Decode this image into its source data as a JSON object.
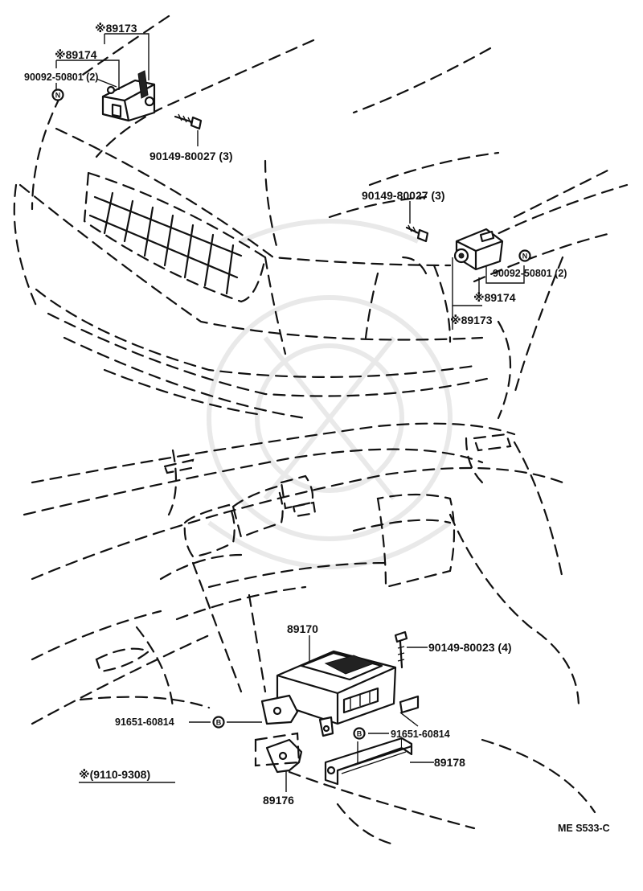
{
  "parts": {
    "sensor_left": "※89173",
    "bracket_left": "※89174",
    "bolt_left": "90149-80027 (3)",
    "nut_left": "90092-50801 (2)",
    "bolt_right": "90149-80027 (3)",
    "nut_right": "90092-50801 (2)",
    "bracket_right": "※89174",
    "sensor_right": "※89173",
    "ecu": "89170",
    "screw_ecu": "90149-80023 (4)",
    "nut_bolt_left": "91651-60814",
    "nut_bolt_right": "91651-60814",
    "bracket_ecu_right": "89178",
    "bracket_ecu_left": "89176"
  },
  "markers": {
    "n": "N",
    "b": "B"
  },
  "note": "※(9110-9308)",
  "figure_code": "ME S533-C"
}
